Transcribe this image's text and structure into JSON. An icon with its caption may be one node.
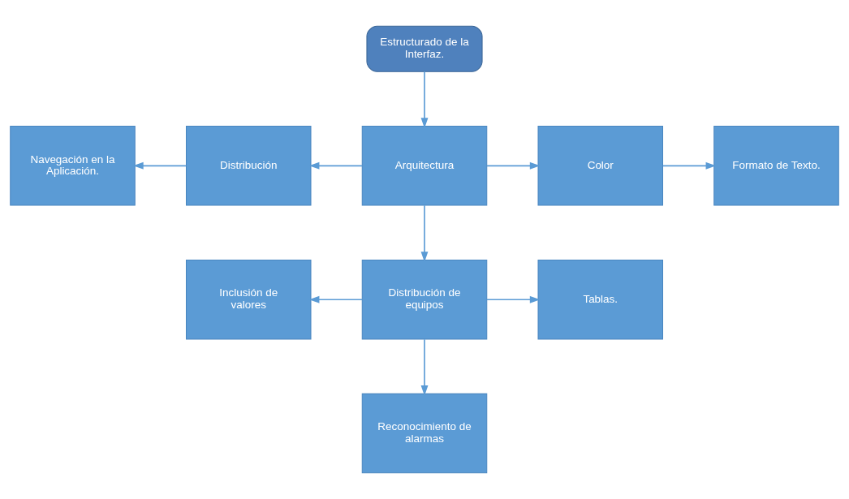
{
  "diagram": {
    "nodes": [
      {
        "text": [
          "Estructurado de la Interfaz."
        ]
      },
      {
        "text": [
          "Navegación en la Aplicación."
        ]
      },
      {
        "text": [
          "Distribución"
        ]
      },
      {
        "text": [
          "Arquitectura"
        ]
      },
      {
        "text": [
          "Color"
        ]
      },
      {
        "text": [
          "Formato de Texto."
        ]
      },
      {
        "text": [
          "Inclusión de valores"
        ]
      },
      {
        "text": [
          "Distribución de equipos"
        ]
      },
      {
        "text": [
          "Tablas."
        ]
      },
      {
        "text": [
          "Reconocimiento de alarmas"
        ]
      }
    ],
    "edges": [
      {
        "from": 0,
        "to": 3,
        "arrow": "to"
      },
      {
        "from": 3,
        "to": 2,
        "arrow": "to"
      },
      {
        "from": 2,
        "to": 1,
        "arrow": "to"
      },
      {
        "from": 3,
        "to": 4,
        "arrow": "to"
      },
      {
        "from": 4,
        "to": 5,
        "arrow": "to"
      },
      {
        "from": 3,
        "to": 7,
        "arrow": "to"
      },
      {
        "from": 7,
        "to": 6,
        "arrow": "to"
      },
      {
        "from": 7,
        "to": 8,
        "arrow": "to"
      },
      {
        "from": 7,
        "to": 9,
        "arrow": "to"
      }
    ]
  }
}
